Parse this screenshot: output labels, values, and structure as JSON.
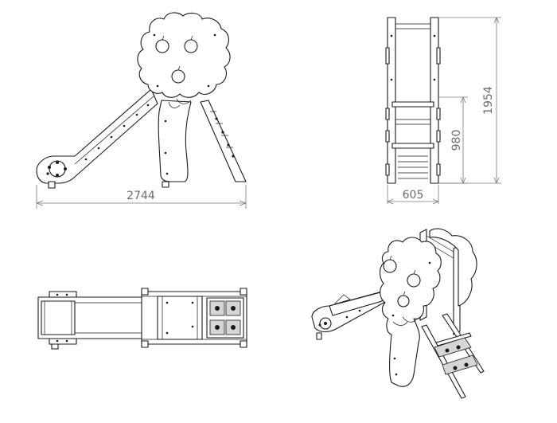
{
  "drawing": {
    "dimensions": {
      "total_length": "2744",
      "total_width": "605",
      "total_height": "1954",
      "platform_height": "980"
    }
  }
}
